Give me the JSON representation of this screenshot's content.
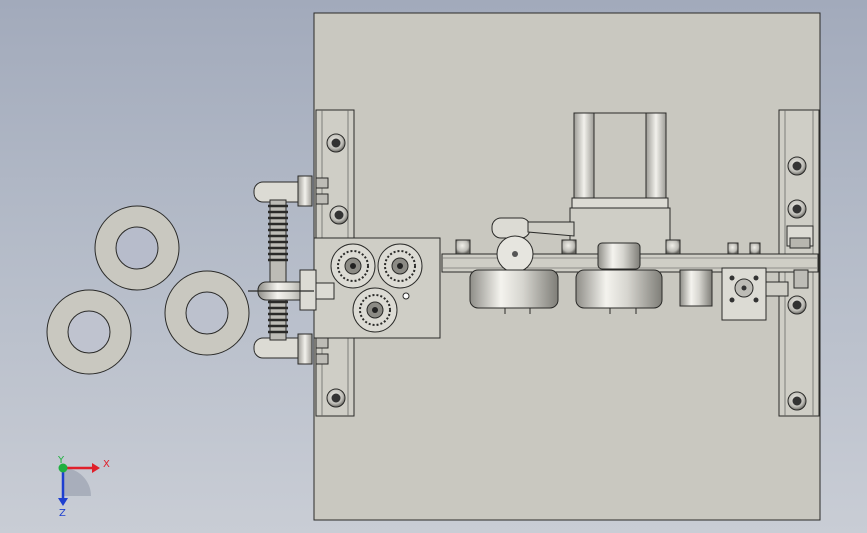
{
  "colors": {
    "plate": "#c9c8c0",
    "steel": "#e0dfd8",
    "shade": "#a5a49d",
    "outline": "#2a2a28",
    "bolt_dark": "#333333",
    "axis_x": "#e0202a",
    "axis_y": "#20b040",
    "axis_z": "#1d3fd0"
  },
  "view_triad": {
    "x_label": "X",
    "y_label": "Y",
    "z_label": "Z"
  },
  "icons": {
    "triad": "coordinate-triad-icon",
    "bolt": "hex-bolt-icon",
    "roller": "roller-icon",
    "ring": "wire-coil-ring-icon"
  }
}
